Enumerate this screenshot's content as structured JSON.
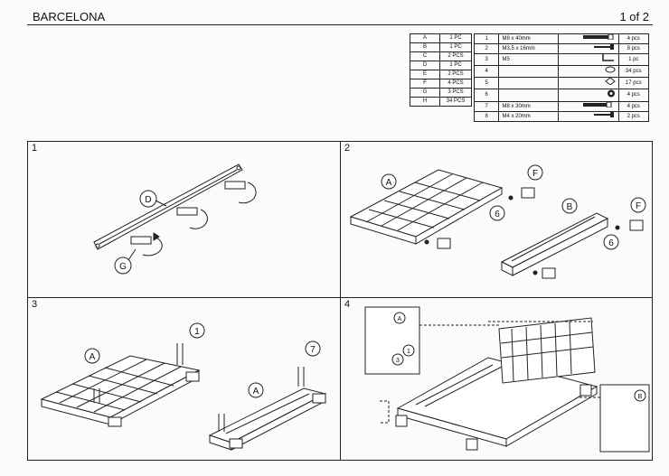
{
  "header": {
    "title": "BARCELONA",
    "page": "1 of 2"
  },
  "letter_table": [
    {
      "letter": "A",
      "qty": "1 PC"
    },
    {
      "letter": "B",
      "qty": "1 PC"
    },
    {
      "letter": "C",
      "qty": "2 PCS"
    },
    {
      "letter": "D",
      "qty": "1 PC"
    },
    {
      "letter": "E",
      "qty": "2 PCS"
    },
    {
      "letter": "F",
      "qty": "4 PCS"
    },
    {
      "letter": "G",
      "qty": "3 PCS"
    },
    {
      "letter": "H",
      "qty": "34 PCS"
    }
  ],
  "parts_table": [
    {
      "n": "1",
      "spec": "M8 x 40mm",
      "icon": "bolt-icon",
      "qty": "4 pcs"
    },
    {
      "n": "2",
      "spec": "M3,5 x 16mm",
      "icon": "screw-icon",
      "qty": "8 pcs"
    },
    {
      "n": "3",
      "spec": "M5",
      "icon": "allen-key-icon",
      "qty": "1 pc"
    },
    {
      "n": "4",
      "spec": "",
      "icon": "washer-icon",
      "qty": "34 pcs"
    },
    {
      "n": "5",
      "spec": "",
      "icon": "plate-icon",
      "qty": "17 pcs"
    },
    {
      "n": "6",
      "spec": "",
      "icon": "nut-icon",
      "qty": "4 pcs"
    },
    {
      "n": "7",
      "spec": "M8 x 30mm",
      "icon": "bolt-icon",
      "qty": "4 pcs"
    },
    {
      "n": "8",
      "spec": "M4 x 20mm",
      "icon": "screw-icon",
      "qty": "2 pcs"
    }
  ],
  "panels": [
    {
      "num": "1",
      "callouts": [
        "D",
        "G"
      ]
    },
    {
      "num": "2",
      "callouts": [
        "A",
        "F",
        "6",
        "B",
        "F",
        "6"
      ]
    },
    {
      "num": "3",
      "callouts": [
        "A",
        "1",
        "7",
        "A"
      ]
    },
    {
      "num": "4",
      "callouts": [
        "A",
        "3",
        "1",
        "B"
      ]
    }
  ]
}
